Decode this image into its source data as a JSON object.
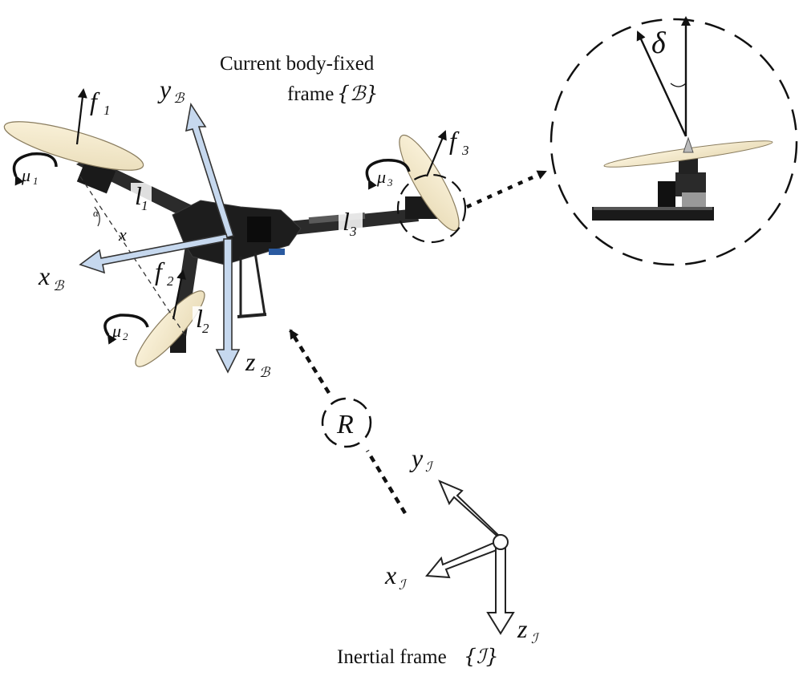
{
  "caption_body": "Current body-fixed",
  "caption_body_2": "frame",
  "caption_inertial": "Inertial frame",
  "set_B": "{ℬ}",
  "set_I": "{ℐ}",
  "f1": "f",
  "f1_sub": "1",
  "f2": "f",
  "f2_sub": "2",
  "f3": "f",
  "f3_sub": "3",
  "mu1": "μ",
  "mu1_sub": "1",
  "mu2": "μ",
  "mu2_sub": "2",
  "mu3": "μ",
  "mu3_sub": "3",
  "l1": "l",
  "l1_sub": "1",
  "l2": "l",
  "l2_sub": "2",
  "l3": "l",
  "l3_sub": "3",
  "x_label": "x",
  "alpha_mark": "α",
  "xB": "x",
  "yB": "y",
  "zB": "z",
  "B_sub": "ℬ",
  "xI": "x",
  "yI": "y",
  "zI": "z",
  "I_sub": "ℐ",
  "R": "R",
  "delta": "δ"
}
